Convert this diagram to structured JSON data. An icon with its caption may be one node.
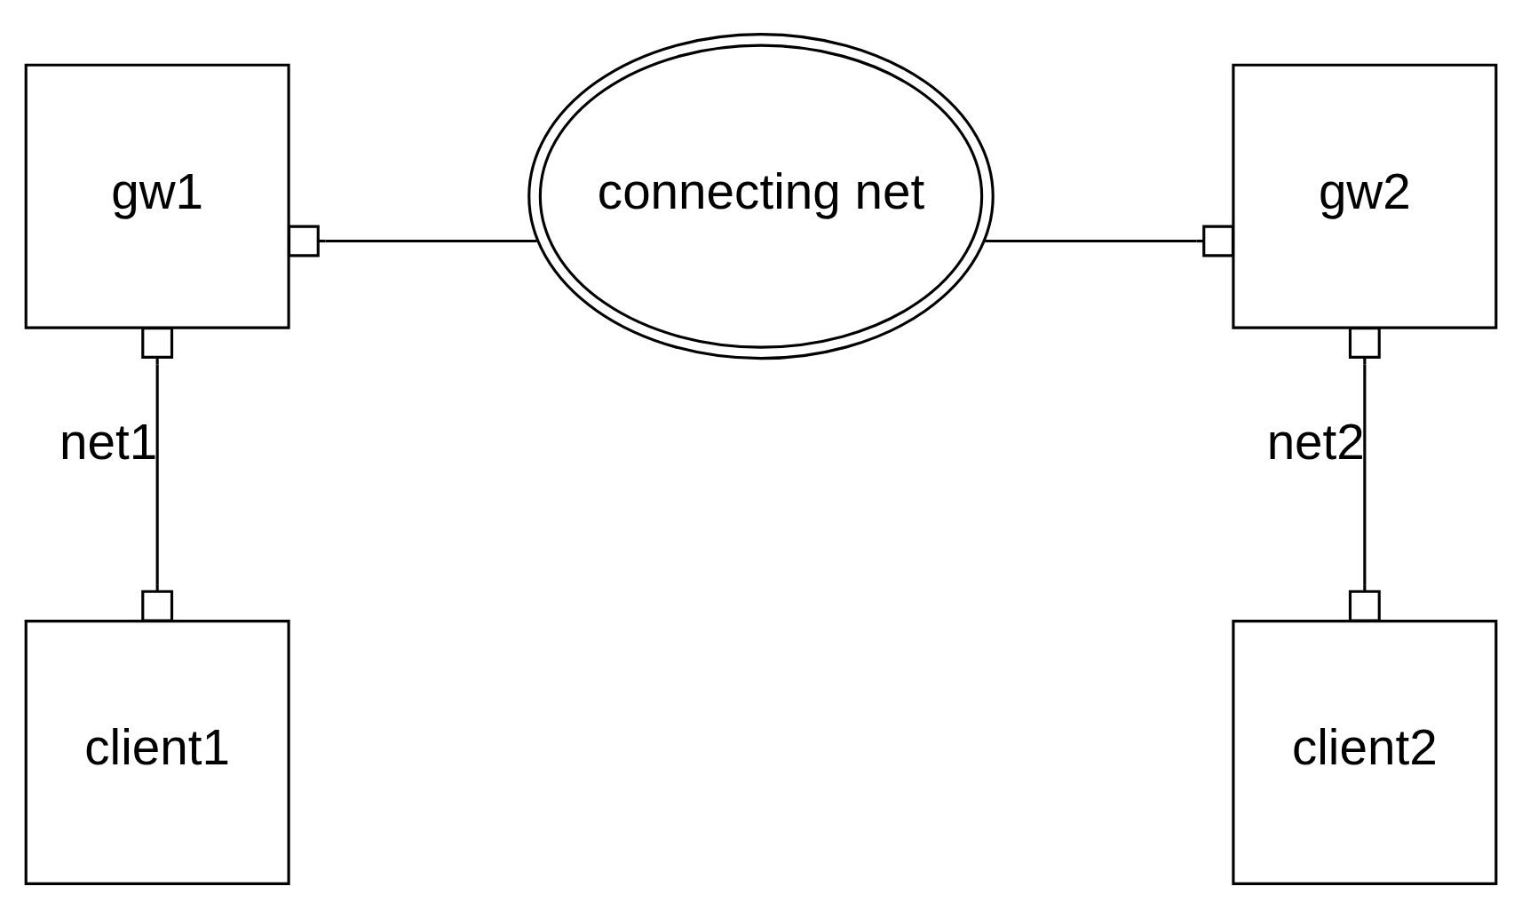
{
  "diagram": {
    "nodes": [
      {
        "text": [
          "gw1"
        ]
      },
      {
        "text": [
          "connecting net"
        ]
      },
      {
        "text": [
          "gw2"
        ]
      },
      {
        "text": [
          "client1"
        ]
      },
      {
        "text": [
          "client2"
        ]
      }
    ],
    "edges": [
      {
        "from": 0,
        "to": 1,
        "arrow": "other"
      },
      {
        "from": 2,
        "to": 1,
        "arrow": "other"
      },
      {
        "from": 0,
        "to": 3,
        "arrow": "other",
        "label": "net1"
      },
      {
        "from": 2,
        "to": 4,
        "arrow": "other",
        "label": "net2"
      }
    ]
  }
}
